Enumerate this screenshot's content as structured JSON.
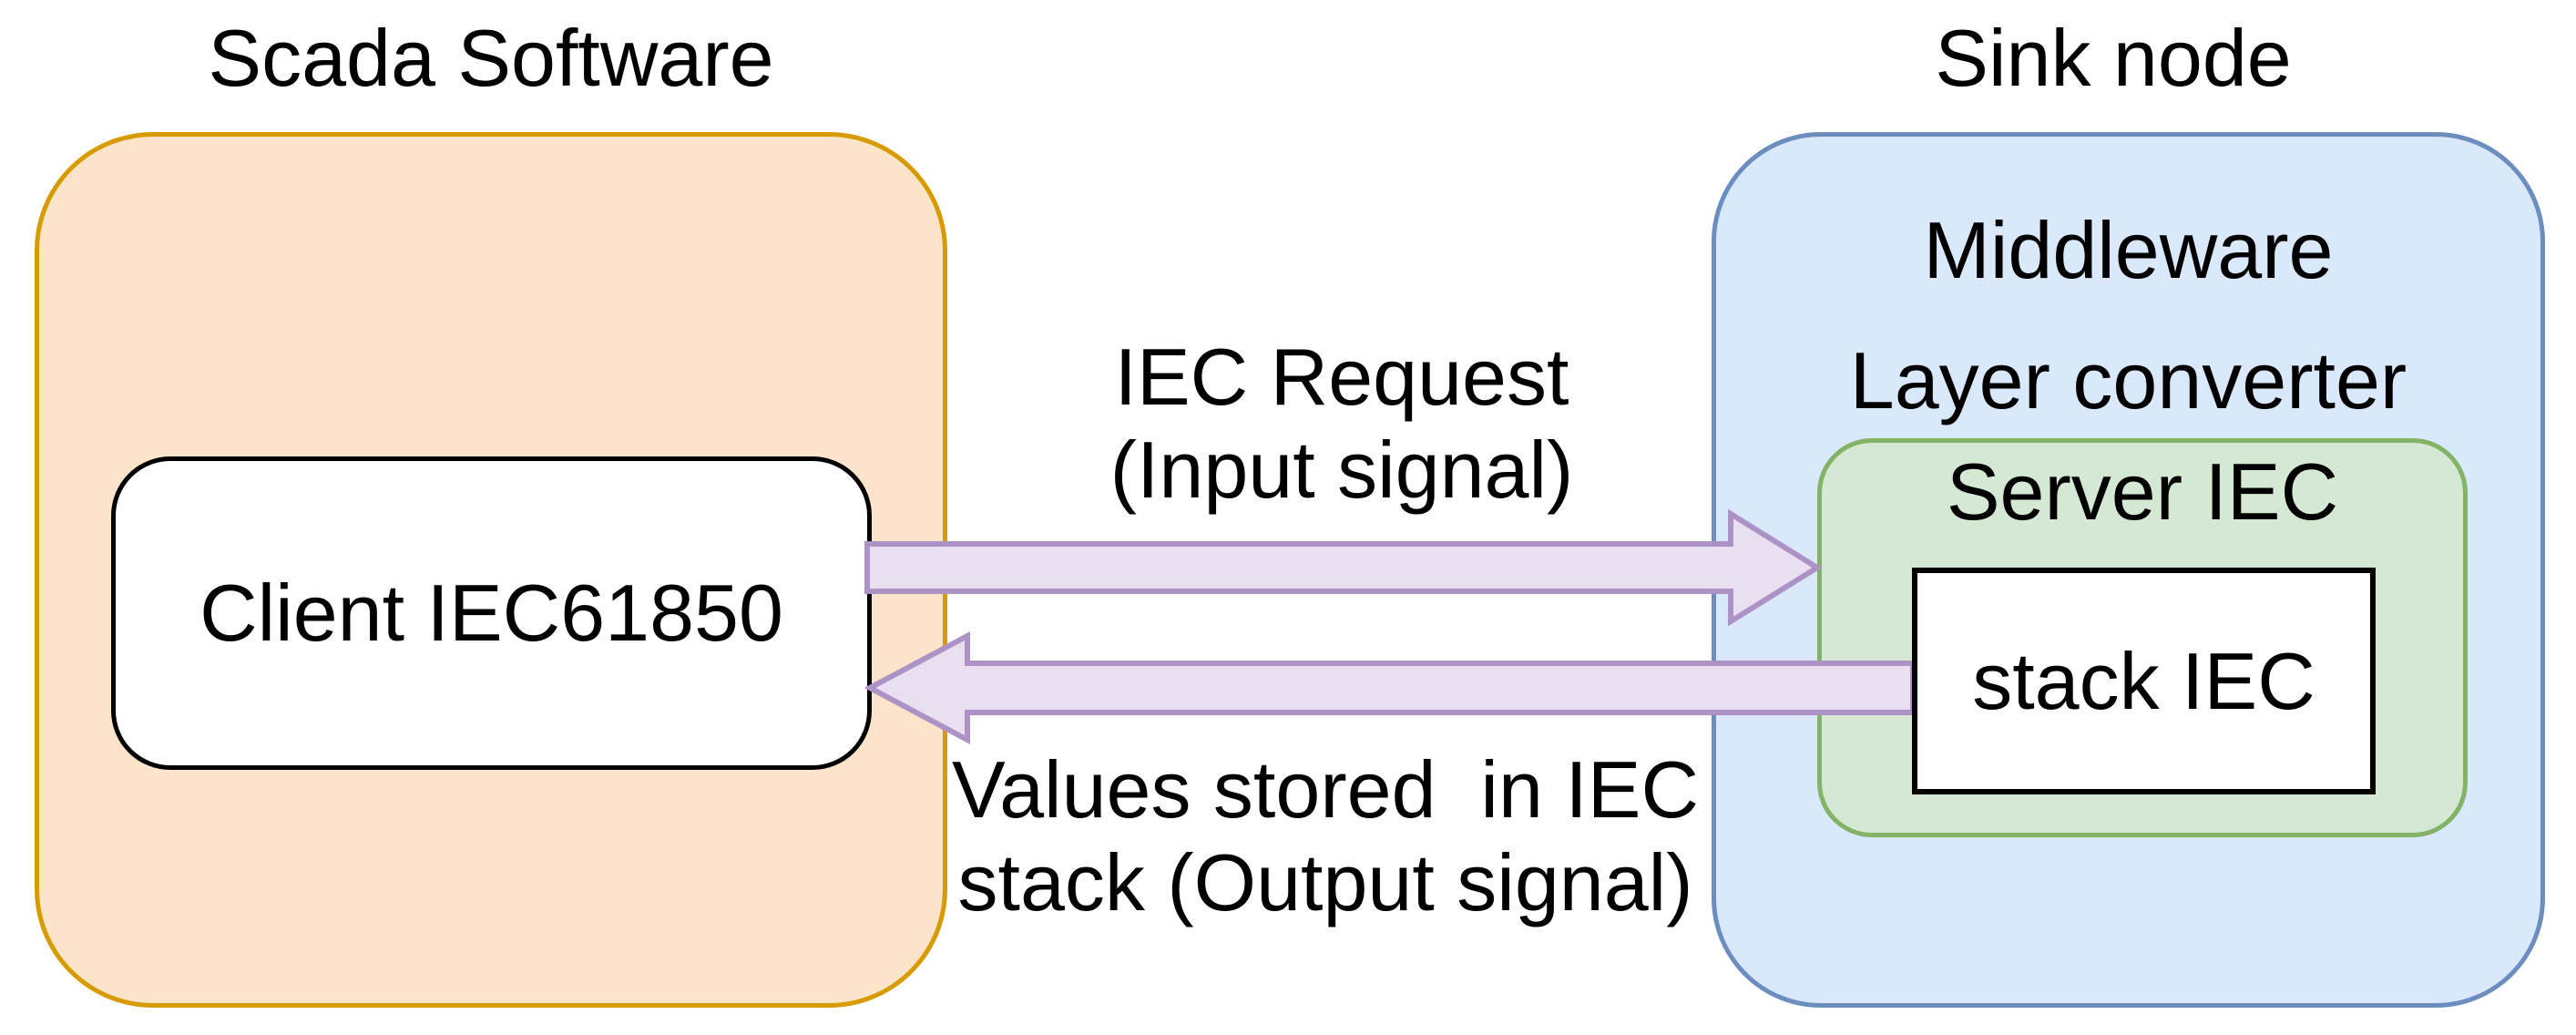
{
  "diagram": {
    "scada": {
      "title": "Scada Software",
      "client_label": "Client IEC61850"
    },
    "sink": {
      "title": "Sink node",
      "middleware_line1": "Middleware",
      "middleware_line2": "Layer converter",
      "server_label": "Server IEC",
      "stack_label": "stack IEC"
    },
    "arrows": {
      "request": {
        "direction": "left-to-right",
        "label_line1": "IEC Request",
        "label_line2": "(Input signal)"
      },
      "response": {
        "direction": "right-to-left",
        "label_line1": "Values stored  in IEC",
        "label_line2": "stack (Output signal)"
      }
    },
    "colors": {
      "scada_fill": "#FBE4CA",
      "scada_stroke": "#D79B00",
      "sink_fill": "#DAE8FC",
      "sink_stroke": "#6C8EBF",
      "server_fill": "#D5E8D4",
      "server_stroke": "#82B366",
      "arrow_fill": "#E9DFF1",
      "arrow_stroke": "#AC92C5",
      "inner_box_fill": "#FFFFFF",
      "inner_box_stroke": "#000000",
      "text": "#000000",
      "background": "#FFFFFF"
    }
  }
}
